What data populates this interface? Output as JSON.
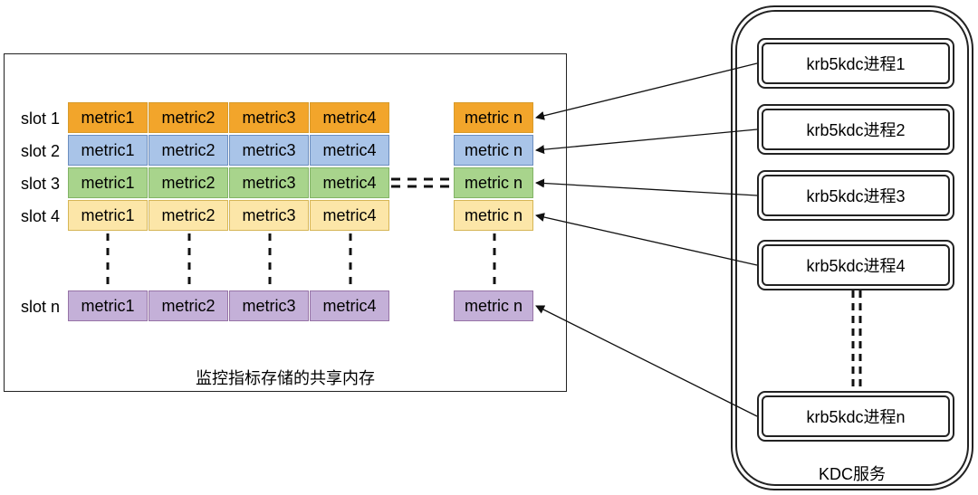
{
  "memory": {
    "caption": "监控指标存储的共享内存",
    "slots": [
      {
        "label": "slot 1",
        "color": "orange"
      },
      {
        "label": "slot 2",
        "color": "blue"
      },
      {
        "label": "slot 3",
        "color": "green"
      },
      {
        "label": "slot 4",
        "color": "yellow"
      },
      {
        "label": "slot n",
        "color": "purple"
      }
    ],
    "metrics": [
      "metric1",
      "metric2",
      "metric3",
      "metric4"
    ],
    "last_metric": "metric n"
  },
  "kdc": {
    "label": "KDC服务",
    "processes": [
      "krb5kdc进程1",
      "krb5kdc进程2",
      "krb5kdc进程3",
      "krb5kdc进程4",
      "krb5kdc进程n"
    ]
  },
  "colors": {
    "orange": {
      "fill": "#f2a52b",
      "border": "#d79b2c"
    },
    "blue": {
      "fill": "#a9c4e8",
      "border": "#6c8ebf"
    },
    "green": {
      "fill": "#a8d48c",
      "border": "#82b366"
    },
    "yellow": {
      "fill": "#fce6a8",
      "border": "#d6b656"
    },
    "purple": {
      "fill": "#c4b0d8",
      "border": "#9673a6"
    }
  }
}
